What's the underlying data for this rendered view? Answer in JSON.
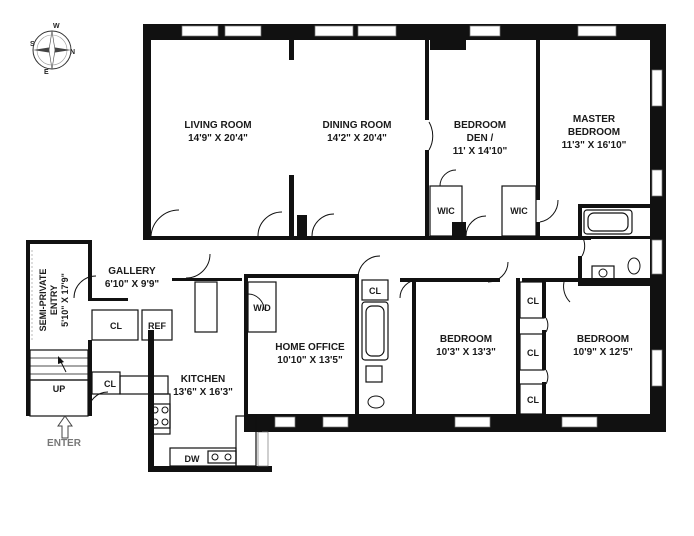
{
  "rooms": {
    "living": {
      "name": "LIVING ROOM",
      "dims": "14'9\" X 20'4\""
    },
    "dining": {
      "name": "DINING ROOM",
      "dims": "14'2\" X 20'4\""
    },
    "bedroom_den": {
      "line1": "BEDROOM",
      "line2": "DEN /",
      "dims": "11' X 14'10\""
    },
    "master": {
      "line1": "MASTER",
      "line2": "BEDROOM",
      "dims": "11'3\" X 16'10\""
    },
    "gallery": {
      "name": "GALLERY",
      "dims": "6'10\" X 9'9\""
    },
    "entry": {
      "line1": "SEMI-PRIVATE",
      "line2": "ENTRY",
      "dims": "5'10\" X 17'9\""
    },
    "home_office": {
      "name": "HOME OFFICE",
      "dims": "10'10\" X 13'5\""
    },
    "kitchen": {
      "name": "KITCHEN",
      "dims": "13'6\" X 16'3\""
    },
    "bedroom2": {
      "name": "BEDROOM",
      "dims": "10'3\" X 13'3\""
    },
    "bedroom3": {
      "name": "BEDROOM",
      "dims": "10'9\" X 12'5\""
    }
  },
  "fixtures": {
    "wic": "WIC",
    "cl": "CL",
    "ref": "REF",
    "wd": "W/D",
    "dw": "DW",
    "up": "UP",
    "enter": "ENTER"
  },
  "compass": {
    "n": "N",
    "s": "S",
    "e": "E",
    "w": "W"
  }
}
